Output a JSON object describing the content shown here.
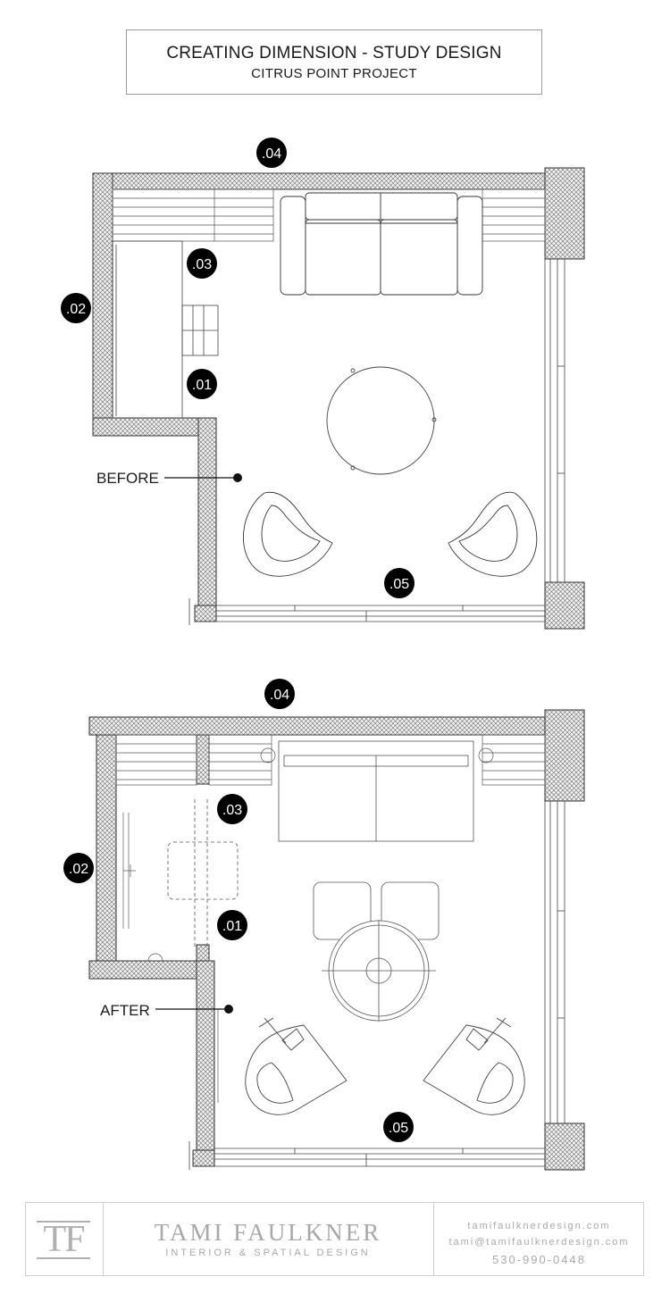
{
  "header": {
    "title": "CREATING DIMENSION - STUDY DESIGN",
    "subtitle": "CITRUS POINT PROJECT"
  },
  "plans": {
    "before": {
      "label": "BEFORE",
      "markers": [
        ".01",
        ".02",
        ".03",
        ".04",
        ".05"
      ]
    },
    "after": {
      "label": "AFTER",
      "markers": [
        ".01",
        ".02",
        ".03",
        ".04",
        ".05"
      ]
    }
  },
  "footer": {
    "logo": "TF",
    "brand_name": "TAMI FAULKNER",
    "brand_tagline": "INTERIOR & SPATIAL DESIGN",
    "website": "tamifaulknerdesign.com",
    "email": "tami@tamifaulknerdesign.com",
    "phone": "530-990-0448"
  },
  "colors": {
    "ink": "#1a1a1a",
    "badge": "#000000",
    "footer_text": "#a8a8a8"
  }
}
